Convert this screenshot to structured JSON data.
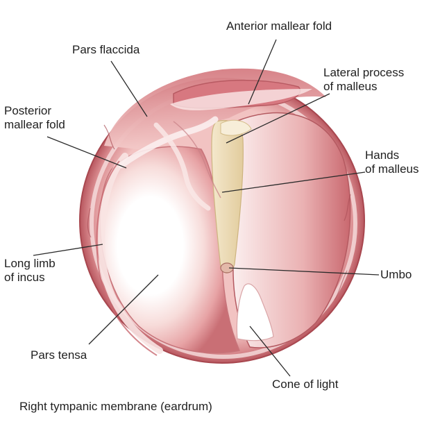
{
  "labels": {
    "anterior_mallear_fold": "Anterior mallear fold",
    "pars_flaccida": "Pars flaccida",
    "lateral_process_line1": "Lateral process",
    "lateral_process_line2": "of malleus",
    "posterior_fold_line1": "Posterior",
    "posterior_fold_line2": "mallear fold",
    "hands_line1": "Hands",
    "hands_line2": "of malleus",
    "long_limb_line1": "Long limb",
    "long_limb_line2": "of incus",
    "umbo": "Umbo",
    "pars_tensa": "Pars tensa",
    "cone_of_light": "Cone of light"
  },
  "caption": "Right tympanic membrane (eardrum)",
  "colors": {
    "rim_outer": "#b8575f",
    "membrane_pink": "#e7a3a5",
    "membrane_light": "#f6d9d7",
    "highlight": "#ffffff",
    "malleus_cream": "#efe0bd",
    "leader_line": "#2a2a2a"
  }
}
